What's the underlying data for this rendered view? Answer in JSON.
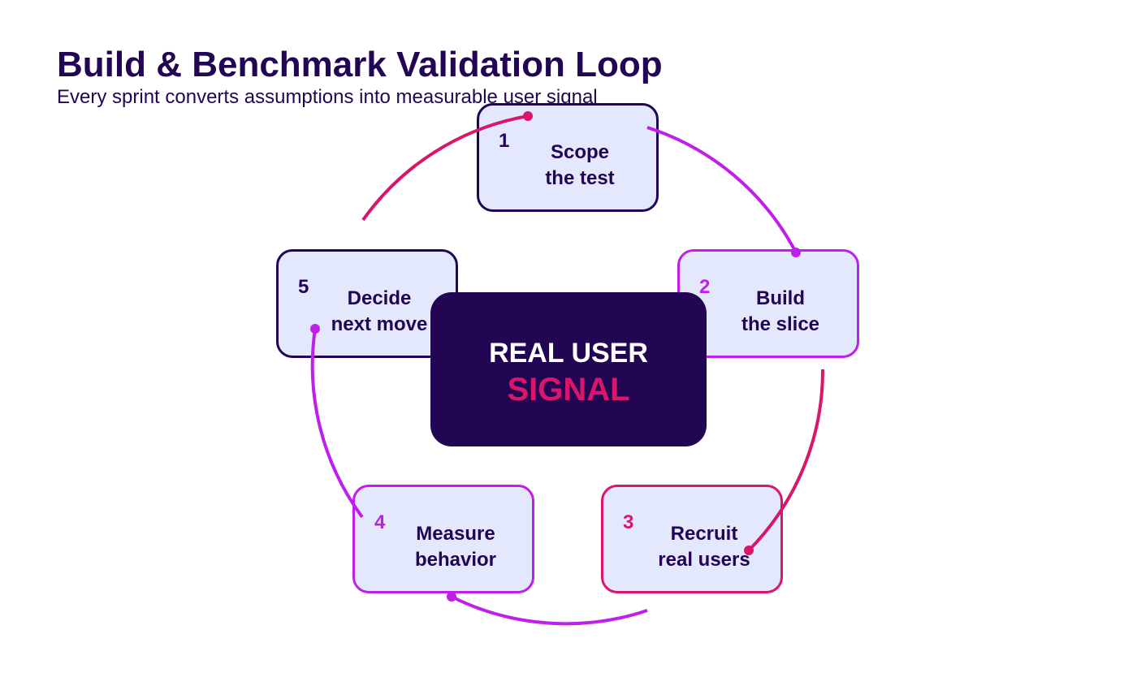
{
  "header": {
    "title": "Build & Benchmark Validation Loop",
    "subtitle": "Every sprint converts assumptions into measurable user signal"
  },
  "center": {
    "line1": "REAL USER",
    "line2": "SIGNAL"
  },
  "steps": [
    {
      "number": "1",
      "label": "Scope\nthe test",
      "color": "#220553"
    },
    {
      "number": "2",
      "label": "Build\nthe slice",
      "color": "#bf1fe8"
    },
    {
      "number": "3",
      "label": "Recruit\nreal users",
      "color": "#d8166b"
    },
    {
      "number": "4",
      "label": "Measure\nbehavior",
      "color": "#bf1fe8"
    },
    {
      "number": "5",
      "label": "Decide\nnext move",
      "color": "#220553"
    }
  ],
  "arcs": [
    {
      "from_step": "1",
      "to_step": "2",
      "color": "#bf1fe8"
    },
    {
      "from_step": "2",
      "to_step": "3",
      "color": "#d8166b"
    },
    {
      "from_step": "3",
      "to_step": "4",
      "color": "#bf1fe8"
    },
    {
      "from_step": "4",
      "to_step": "5",
      "color": "#bf1fe8"
    },
    {
      "from_step": "5",
      "to_step": "1",
      "color": "#d8166b"
    }
  ],
  "colors": {
    "navy": "#220553",
    "magenta": "#d8166b",
    "violet": "#bf1fe8",
    "box_fill": "#e4e8fc"
  }
}
